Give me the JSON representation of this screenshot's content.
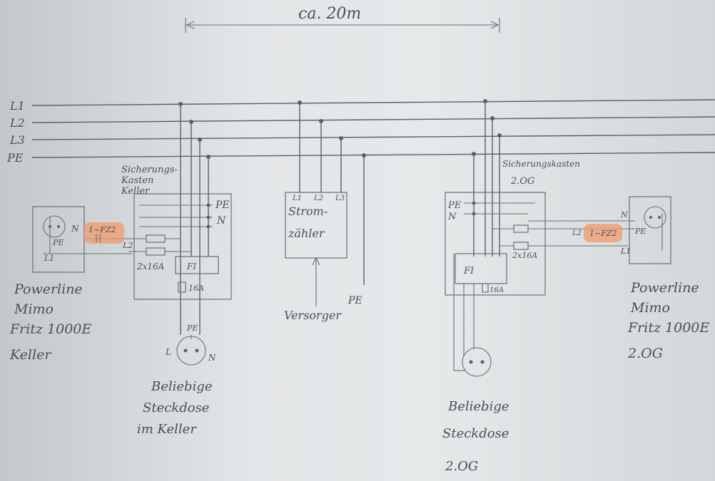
{
  "top": {
    "distance": "ca. 20m"
  },
  "bus": {
    "l1": "L1",
    "l2": "L2",
    "l3": "L3",
    "pe": "PE"
  },
  "left": {
    "box_title": "Sicherungs-",
    "box_title2": "Kasten",
    "box_title3": "Keller",
    "pe": "PE",
    "n": "N",
    "fuse": "2x16A",
    "rcd": "FI",
    "rcd_breaker": "16A",
    "adapter_n": "N",
    "adapter_pe": "PE",
    "adapter_l2": "L2",
    "adapter_l1": "L1",
    "filter": "1~FZ2",
    "device_l1": "Powerline",
    "device_l2": "Mimo",
    "device_l3": "Fritz 1000E",
    "device_l4": "Keller",
    "socket_pe": "PE",
    "socket_l": "L",
    "socket_n": "N",
    "socket_l1": "Beliebige",
    "socket_l2": "Steckdose",
    "socket_l3": "im Keller"
  },
  "meter": {
    "t1": "L1",
    "t2": "L2",
    "t3": "L3",
    "label1": "Strom-",
    "label2": "zähler",
    "supplier": "Versorger",
    "pe": "PE"
  },
  "right": {
    "box_title": "Sicherungskasten",
    "box_title2": "2.OG",
    "pe": "PE",
    "n": "N",
    "fuse": "2x16A",
    "rcd": "FI",
    "rcd_breaker": "16A",
    "adapter_n": "N",
    "adapter_pe": "PE",
    "adapter_l2": "L2",
    "adapter_l1": "L1",
    "filter": "1~FZ2",
    "device_l1": "Powerline",
    "device_l2": "Mimo",
    "device_l3": "Fritz 1000E",
    "device_l4": "2.OG",
    "socket_l1": "Beliebige",
    "socket_l2": "Steckdose",
    "socket_l3": "2.OG"
  },
  "colors": {
    "ink": "#4a4f5a",
    "highlight": "#f29a6b",
    "paper": "#e3e6e8"
  }
}
